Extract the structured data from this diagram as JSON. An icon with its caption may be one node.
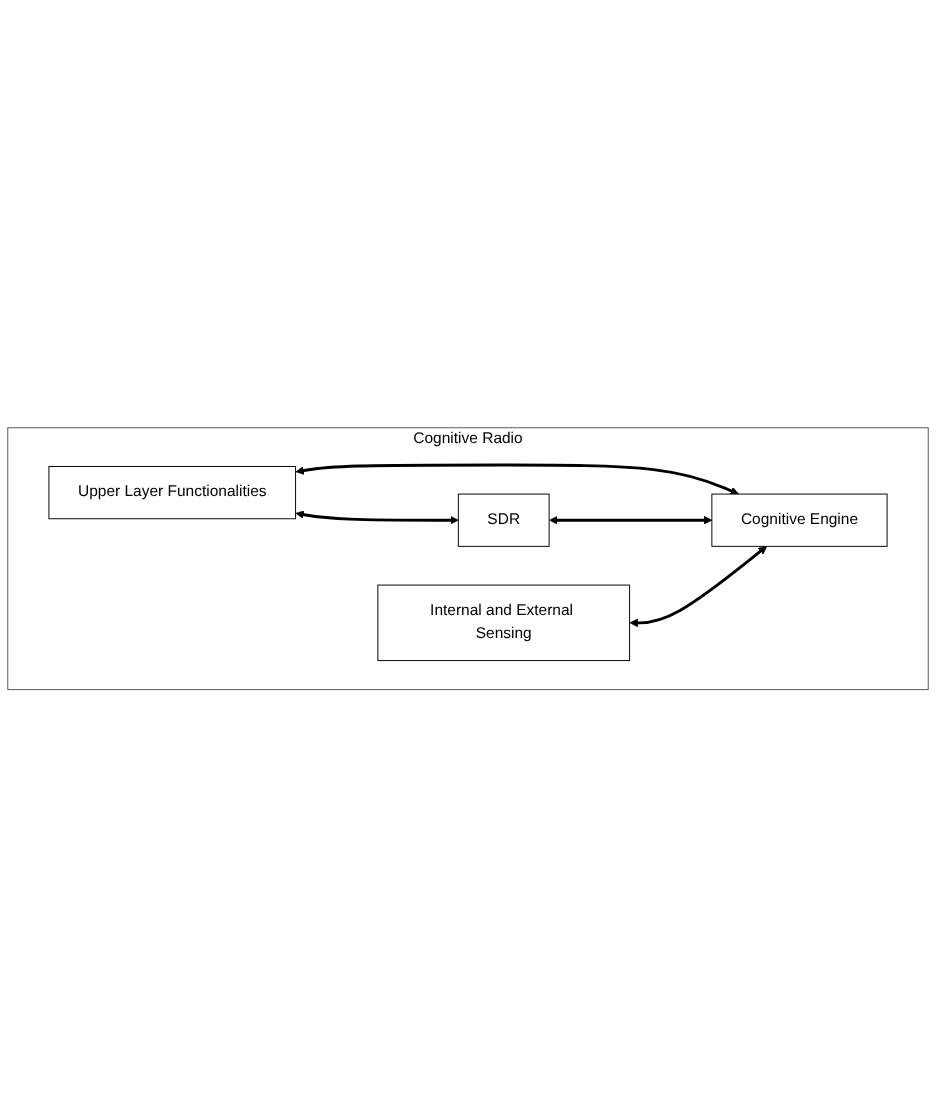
{
  "diagram": {
    "nodes": [
      {
        "text": [
          "Cognitive Radio"
        ]
      },
      {
        "text": [
          "Upper Layer Functionalities"
        ],
        "in": 0
      },
      {
        "text": [
          "SDR"
        ],
        "in": 0
      },
      {
        "text": [
          "Internal and External Sensing"
        ],
        "in": 0
      },
      {
        "text": [
          "Cognitive Engine"
        ],
        "in": 0
      }
    ],
    "edges": [
      {
        "from": 1,
        "to": 4,
        "arrow": "both"
      },
      {
        "from": 1,
        "to": 2,
        "arrow": "both"
      },
      {
        "from": 2,
        "to": 4,
        "arrow": "both"
      },
      {
        "from": 3,
        "to": 4,
        "arrow": "both"
      }
    ]
  }
}
